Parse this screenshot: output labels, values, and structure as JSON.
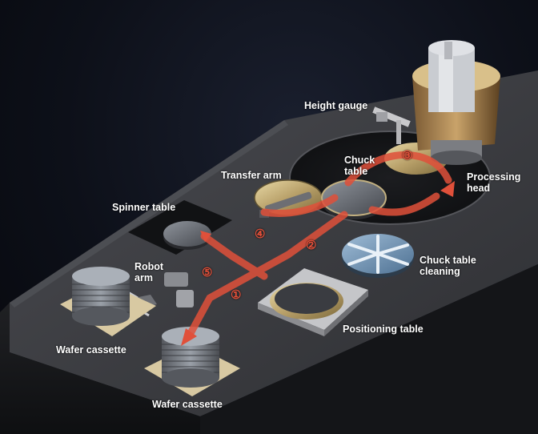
{
  "labels": {
    "height_gauge": "Height gauge",
    "chuck_table": "Chuck\ntable",
    "processing_head": "Processing\nhead",
    "transfer_arm": "Transfer arm",
    "spinner_table": "Spinner table",
    "robot_arm": "Robot\narm",
    "chuck_table_cleaning": "Chuck table\ncleaning",
    "positioning_table": "Positioning table",
    "wafer_cassette_left": "Wafer cassette",
    "wafer_cassette_front": "Wafer cassette"
  },
  "steps": [
    "①",
    "②",
    "③",
    "④",
    "⑤"
  ],
  "colors": {
    "background": "#0d1019",
    "machine_top": "#3d3e42",
    "arrow": "#e0503a",
    "label": "#ffffff"
  }
}
